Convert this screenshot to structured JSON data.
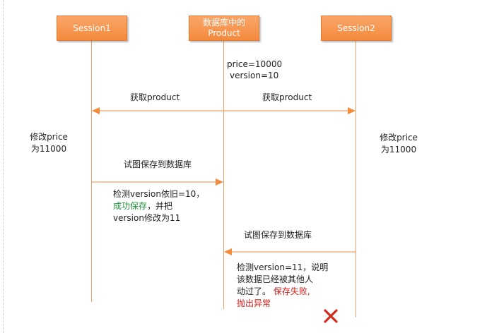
{
  "participants": {
    "session1": "Session1",
    "db_line1": "数据库中的",
    "db_line2": "Product",
    "session2": "Session2"
  },
  "initial_state": {
    "price": "price=10000",
    "version": "version=10"
  },
  "messages": {
    "fetch_left": "获取product",
    "fetch_right": "获取product",
    "save_session1": "试图保存到数据库",
    "save_session2": "试图保存到数据库"
  },
  "notes": {
    "session1_modify_line1": "修改price",
    "session1_modify_line2": "为11000",
    "session2_modify_line1": "修改price",
    "session2_modify_line2": "为11000",
    "check1_line1": "检测version依旧=10，",
    "check1_success": "成功保存",
    "check1_line2_rest": "，并把",
    "check1_line3": "version修改为11",
    "check2_line1": "检测version=11，说明",
    "check2_line2": "该数据已经被其他人",
    "check2_line3_start": "动过了。",
    "check2_fail": "保存失败,",
    "check2_line4": "抛出异常"
  },
  "colors": {
    "accent": "#f48a3c",
    "line": "#f4a064",
    "success": "#1f8f3a",
    "fail": "#d0201c"
  },
  "icons": {
    "failure": "red-x-icon"
  }
}
